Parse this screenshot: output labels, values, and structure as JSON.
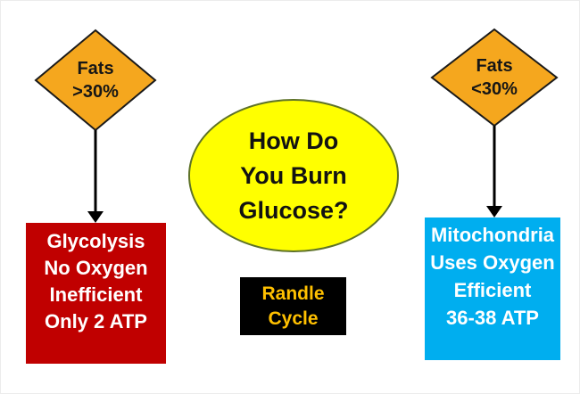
{
  "left_diamond": {
    "lines": [
      "Fats",
      ">30%"
    ]
  },
  "right_diamond": {
    "lines": [
      "Fats",
      "<30%"
    ]
  },
  "center_ellipse": {
    "lines": [
      "How Do",
      "You Burn",
      "Glucose?"
    ]
  },
  "randle_box": {
    "lines": [
      "Randle",
      "Cycle"
    ]
  },
  "glycolysis_box": {
    "lines": [
      "Glycolysis",
      "No Oxygen",
      "Inefficient",
      "Only 2 ATP"
    ]
  },
  "mitochondria_box": {
    "lines": [
      "Mitochondria",
      "Uses Oxygen",
      "Efficient",
      "36-38 ATP"
    ]
  },
  "colors": {
    "diamond_fill": "#F5A71E",
    "diamond_border": "#1a1a1a",
    "ellipse_fill": "#FFFF00",
    "ellipse_border": "#5E7228",
    "glycolysis_bg": "#C00000",
    "mitochondria_bg": "#00AEEF",
    "randle_bg": "#000000",
    "randle_text": "#FFC000",
    "arrow": "#000000",
    "background": "#FFFFFF"
  }
}
